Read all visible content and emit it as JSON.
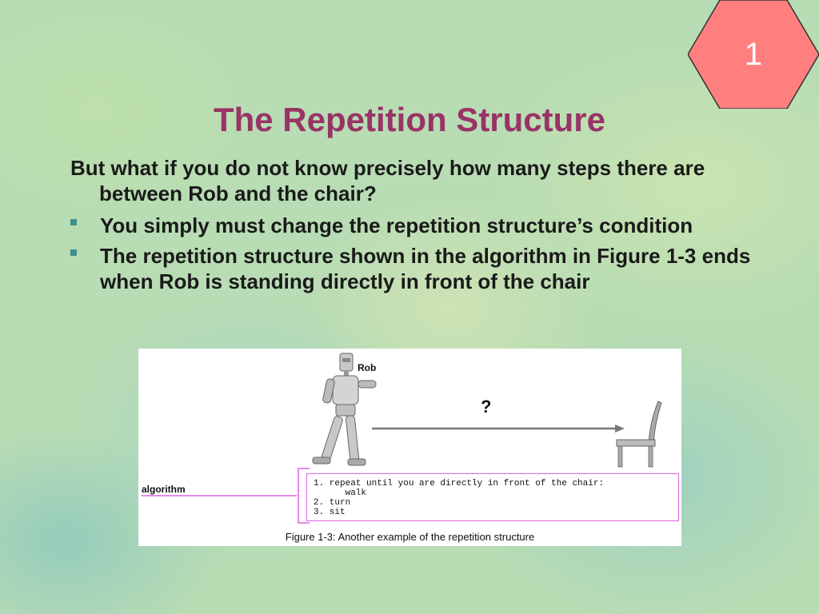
{
  "slide_number": "1",
  "title": "The Repetition Structure",
  "intro": "But what if you do not know precisely how many steps there are between Rob and the chair?",
  "bullets": [
    {
      "text": "You simply must change the repetition structure’s condition"
    },
    {
      "text": "The repetition structure shown in the algorithm in Figure 1-3 ends when Rob is standing directly in front of the chair"
    }
  ],
  "figure": {
    "rob_label": "Rob",
    "question_mark": "?",
    "algorithm_label": "algorithm",
    "algorithm_lines": [
      "1. repeat until you are directly in front of the chair:",
      "      walk",
      "2. turn",
      "3. sit"
    ],
    "caption": "Figure 1-3:  Another example of the repetition structure"
  },
  "colors": {
    "title": "#993366",
    "hexagon": "#ff7f7f",
    "bullet": "#3f8f8a",
    "algorithm_line": "#e060e0"
  }
}
